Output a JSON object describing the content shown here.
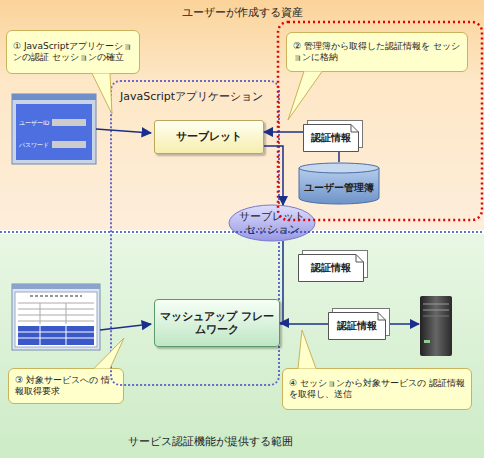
{
  "diagram": {
    "nodes": [
      {
        "text": [
          "ユーザーが作成する資産"
        ]
      },
      {
        "text": [
          "サービス認証機能が提供する範囲"
        ]
      },
      {
        "text": [
          "JavaScriptアプリケーション"
        ]
      },
      {
        "text": [
          "① JavaScriptアプリケーションの認証 セッションの確立"
        ],
        "in": 0
      },
      {
        "text": [
          "② 管理簿から取得した認証情報を セッションに格納"
        ],
        "in": 0
      },
      {
        "text": [
          "サーブレット"
        ],
        "in": 2
      },
      {
        "text": [
          "認証情報"
        ],
        "in": 0
      },
      {
        "text": [
          "ユーザー管理簿"
        ],
        "in": 0
      },
      {
        "text": [
          "サーブレット セッション"
        ]
      },
      {
        "text": [
          "認証情報"
        ],
        "in": 1
      },
      {
        "text": [
          "マッシュアップ フレームワーク"
        ],
        "in": 2
      },
      {
        "text": [
          "認証情報"
        ],
        "in": 1
      },
      {
        "text": [
          "③ 対象サービスへの 情報取得要求"
        ],
        "in": 1
      },
      {
        "text": [
          "④ セッションから対象サービスの 認証情報を取得し、送信"
        ],
        "in": 1
      }
    ],
    "edges": [
      {
        "from": 6,
        "to": 5,
        "arrow": "to"
      },
      {
        "from": 6,
        "to": 7,
        "arrow": "none"
      },
      {
        "from": 5,
        "to": 8,
        "arrow": "to"
      },
      {
        "from": 8,
        "to": 10,
        "arrow": "to"
      },
      {
        "from": 10,
        "to": 11,
        "arrow": "none"
      }
    ],
    "labels": [
      "ユーザーID",
      "パスワード"
    ]
  }
}
